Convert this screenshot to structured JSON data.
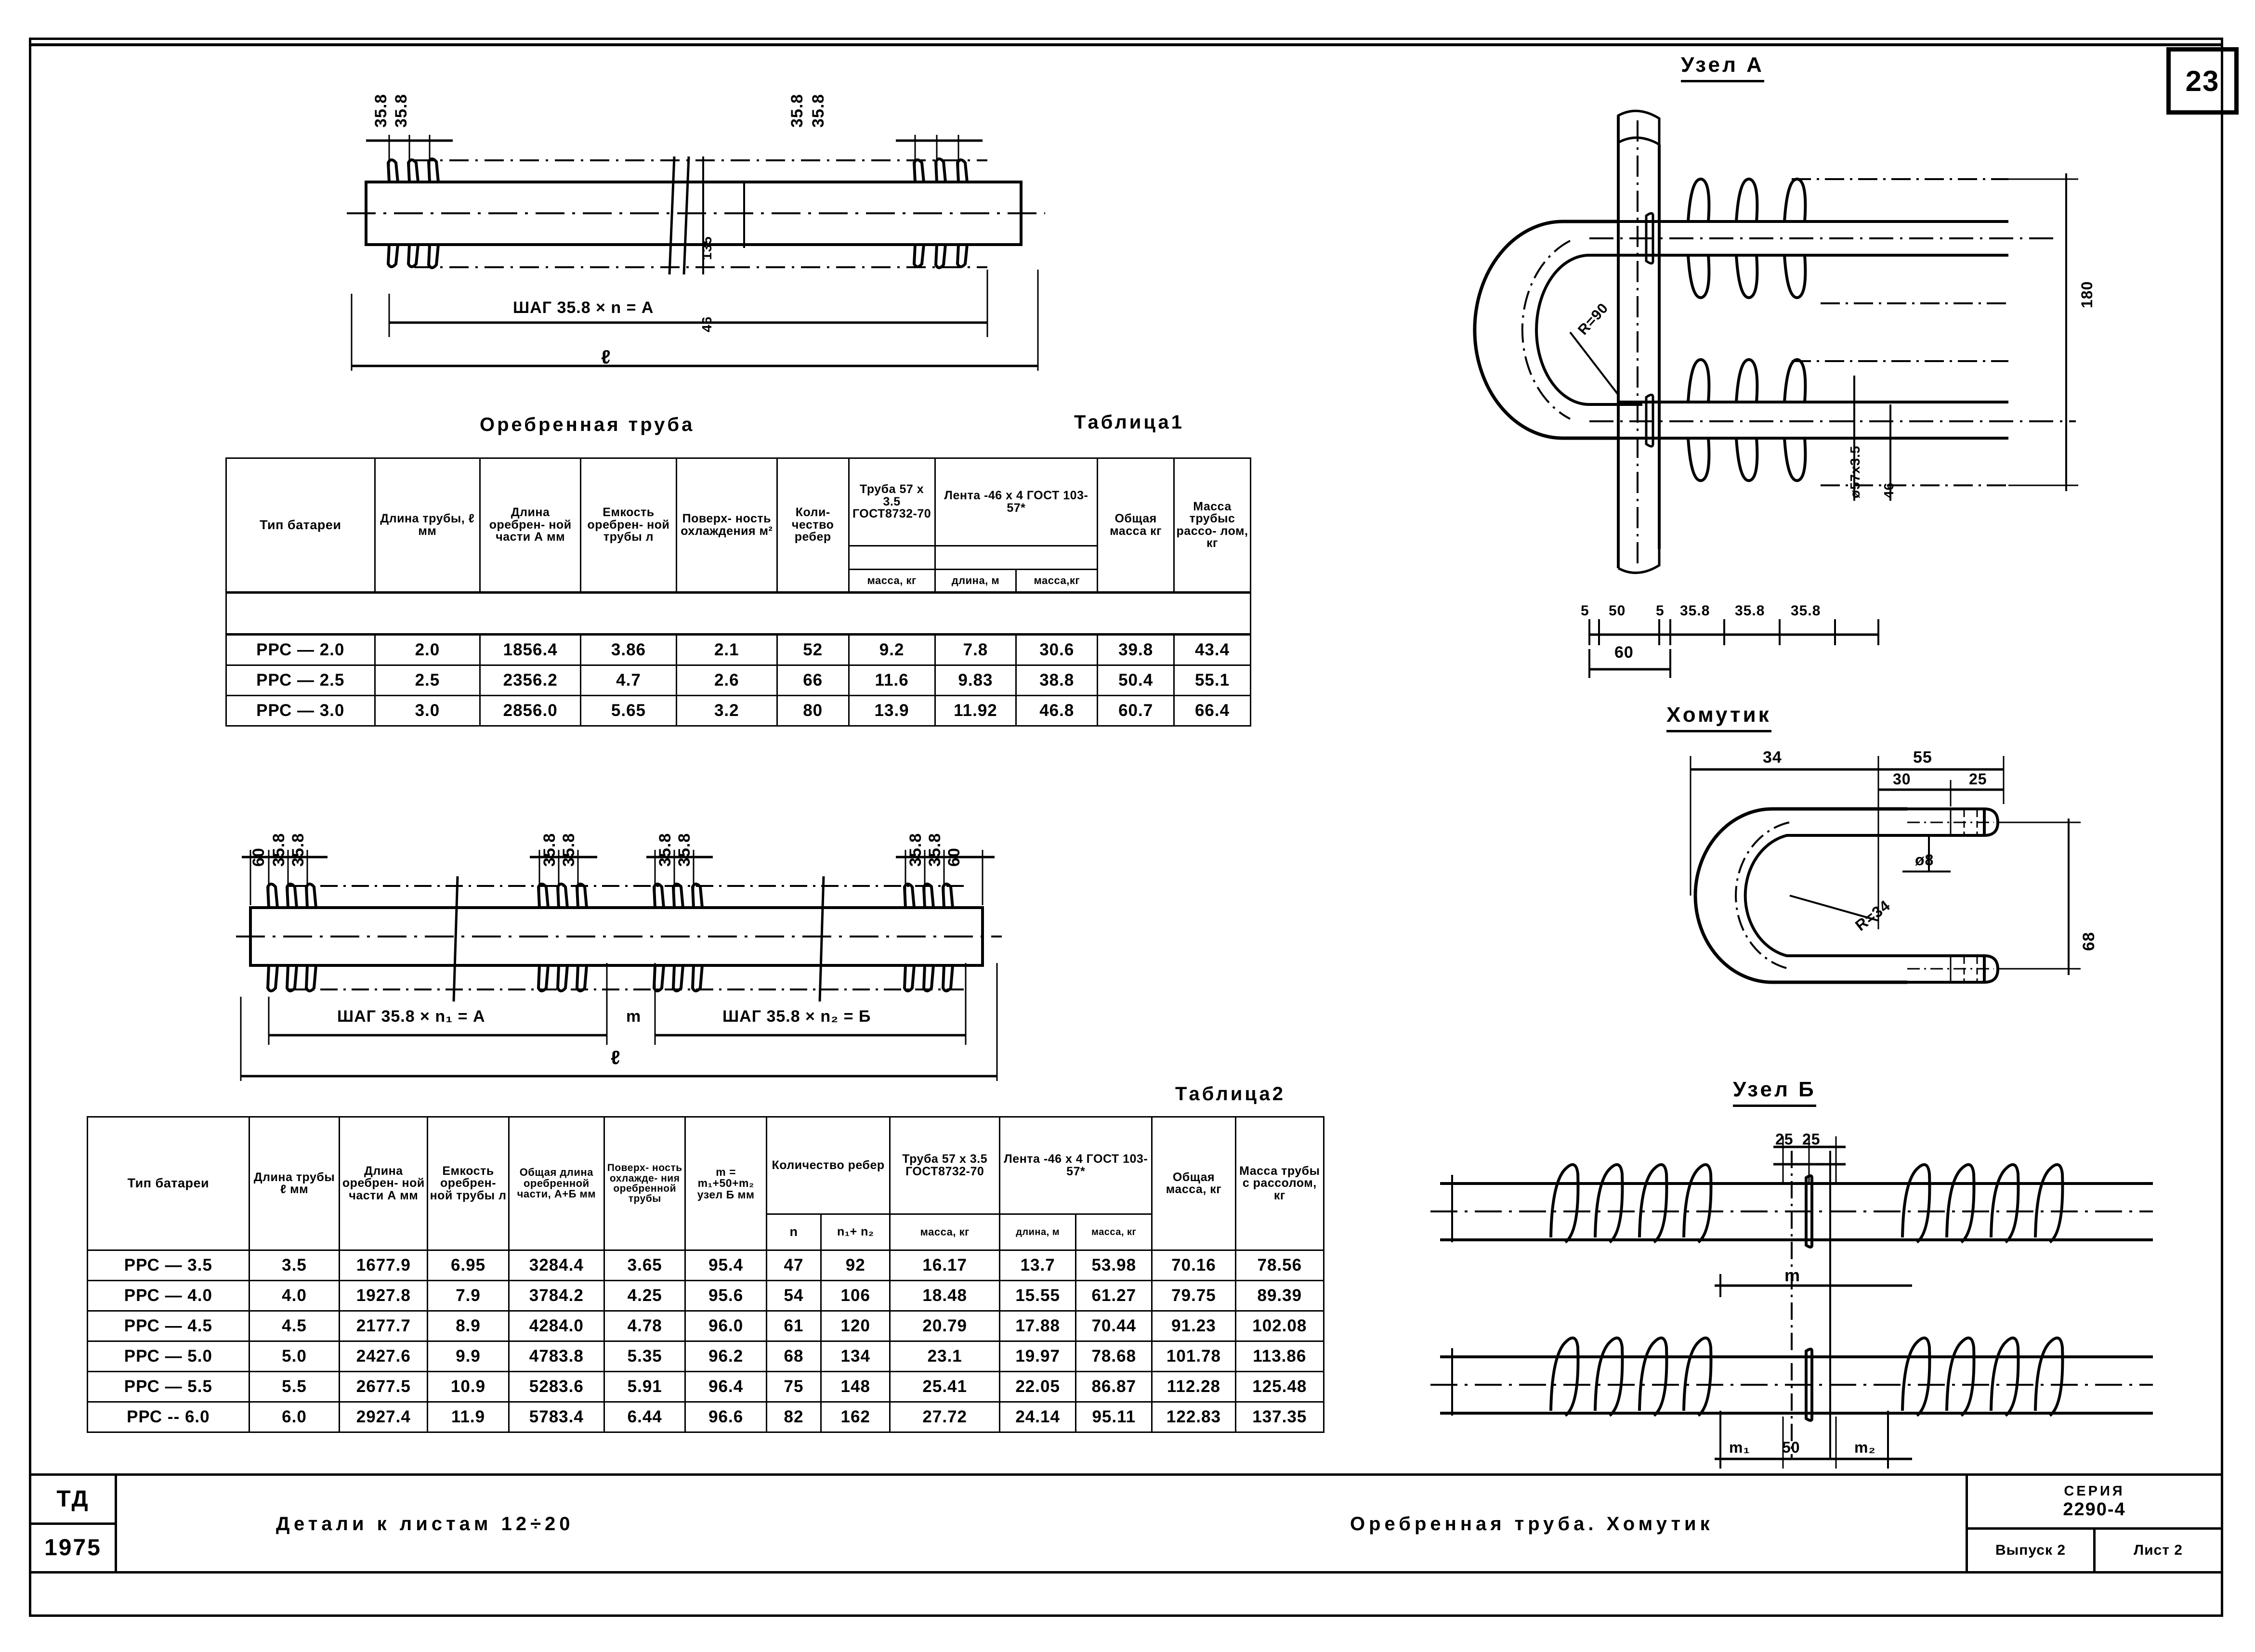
{
  "page": {
    "number": "23"
  },
  "titles": {
    "table1_caption": "Оребренная труба",
    "table1_label": "Таблица1",
    "table2_label": "Таблица2",
    "node_a": "Узел А",
    "node_b": "Узел Б",
    "clamp": "Хомутик"
  },
  "drawing_top": {
    "dims_left": [
      "35.8",
      "35.8"
    ],
    "dims_right": [
      "35.8",
      "35.8"
    ],
    "dim_d_outer": "135",
    "dim_d_inner": "46",
    "step_label": "ШАГ 35.8 × n = А",
    "overall": "ℓ"
  },
  "drawing_bottom": {
    "dims_g1": [
      "60",
      "35.8",
      "35.8"
    ],
    "dims_g2": [
      "35.8",
      "35.8"
    ],
    "dims_g3": [
      "35.8",
      "35.8"
    ],
    "dims_g4": [
      "35.8",
      "35.8",
      "60"
    ],
    "step_a": "ШАГ 35.8 × n₁ = А",
    "mid": "m",
    "step_b": "ШАГ 35.8 × n₂ = Б",
    "overall": "ℓ"
  },
  "node_a_detail": {
    "radius": "R=90",
    "height": "180",
    "tube": "ø57х3.5",
    "fin": "46",
    "chain": [
      "5",
      "50",
      "5",
      "35.8",
      "35.8",
      "35.8"
    ],
    "sub": "60"
  },
  "clamp_detail": {
    "w_left": "34",
    "w_right": "55",
    "w_30": "30",
    "w_25": "25",
    "bolt": "ø8",
    "radius": "R=34",
    "height": "68"
  },
  "node_b_detail": {
    "top_dims": [
      "25",
      "25"
    ],
    "m": "m",
    "bottom_dims": [
      "m₁",
      "50",
      "m₂"
    ]
  },
  "table1": {
    "caption": "Оребренная труба",
    "label": "Таблица1",
    "headers": {
      "type": "Тип батареи",
      "len_tube": "Длина трубы, ℓ мм",
      "len_finned": "Длина оребрен- ной части А мм",
      "capacity": "Емкость оребрен- ной трубы л",
      "surface": "Поверх- ность охлаждения м²",
      "fin_count": "Коли- чество ребер",
      "tube_group": "Труба 57 х 3.5 ГОСТ8732-70",
      "tube_mass": "масса, кг",
      "tape_group": "Лента -46 х 4 ГОСТ 103-57*",
      "tape_len": "длина, м",
      "tape_mass": "масса,кг",
      "total_mass": "Общая масса кг",
      "mass_brine": "Масса трубыс рассо- лом, кг"
    },
    "rows": [
      {
        "type": "РРС — 2.0",
        "len_tube": "2.0",
        "len_finned": "1856.4",
        "capacity": "3.86",
        "surface": "2.1",
        "fin_count": "52",
        "tube_mass": "9.2",
        "tape_len": "7.8",
        "tape_mass": "30.6",
        "total_mass": "39.8",
        "mass_brine": "43.4"
      },
      {
        "type": "РРС — 2.5",
        "len_tube": "2.5",
        "len_finned": "2356.2",
        "capacity": "4.7",
        "surface": "2.6",
        "fin_count": "66",
        "tube_mass": "11.6",
        "tape_len": "9.83",
        "tape_mass": "38.8",
        "total_mass": "50.4",
        "mass_brine": "55.1"
      },
      {
        "type": "РРС — 3.0",
        "len_tube": "3.0",
        "len_finned": "2856.0",
        "capacity": "5.65",
        "surface": "3.2",
        "fin_count": "80",
        "tube_mass": "13.9",
        "tape_len": "11.92",
        "tape_mass": "46.8",
        "total_mass": "60.7",
        "mass_brine": "66.4"
      }
    ]
  },
  "table2": {
    "label": "Таблица2",
    "headers": {
      "type": "Тип батареи",
      "len_tube": "Длина трубы ℓ мм",
      "len_finned": "Длина оребрен- ной части А мм",
      "capacity": "Емкость оребрен- ной трубы л",
      "total_len": "Общая длина оребренной части, А+Б мм",
      "surface": "Поверх- ность охлажде- ния оребренной трубы",
      "m_calc": "m = m₁+50+m₂ узел Б мм",
      "fin_group": "Количество ребер",
      "fin_n": "n",
      "fin_n12": "n₁+ n₂",
      "tube_group": "Труба 57 х 3.5 ГОСТ8732-70",
      "tube_mass": "масса, кг",
      "tape_group": "Лента -46 х 4 ГОСТ 103-57*",
      "tape_len": "длина, м",
      "tape_mass": "масса, кг",
      "total_mass": "Общая масса, кг",
      "mass_brine": "Масса трубы с рассолом, кг"
    },
    "rows": [
      {
        "type": "РРС — 3.5",
        "len_tube": "3.5",
        "len_finned": "1677.9",
        "capacity": "6.95",
        "total_len": "3284.4",
        "surface": "3.65",
        "m_calc": "95.4",
        "fin_n": "47",
        "fin_n12": "92",
        "tube_mass": "16.17",
        "tape_len": "13.7",
        "tape_mass": "53.98",
        "total_mass": "70.16",
        "mass_brine": "78.56"
      },
      {
        "type": "РРС — 4.0",
        "len_tube": "4.0",
        "len_finned": "1927.8",
        "capacity": "7.9",
        "total_len": "3784.2",
        "surface": "4.25",
        "m_calc": "95.6",
        "fin_n": "54",
        "fin_n12": "106",
        "tube_mass": "18.48",
        "tape_len": "15.55",
        "tape_mass": "61.27",
        "total_mass": "79.75",
        "mass_brine": "89.39"
      },
      {
        "type": "РРС — 4.5",
        "len_tube": "4.5",
        "len_finned": "2177.7",
        "capacity": "8.9",
        "total_len": "4284.0",
        "surface": "4.78",
        "m_calc": "96.0",
        "fin_n": "61",
        "fin_n12": "120",
        "tube_mass": "20.79",
        "tape_len": "17.88",
        "tape_mass": "70.44",
        "total_mass": "91.23",
        "mass_brine": "102.08"
      },
      {
        "type": "РРС — 5.0",
        "len_tube": "5.0",
        "len_finned": "2427.6",
        "capacity": "9.9",
        "total_len": "4783.8",
        "surface": "5.35",
        "m_calc": "96.2",
        "fin_n": "68",
        "fin_n12": "134",
        "tube_mass": "23.1",
        "tape_len": "19.97",
        "tape_mass": "78.68",
        "total_mass": "101.78",
        "mass_brine": "113.86"
      },
      {
        "type": "РРС — 5.5",
        "len_tube": "5.5",
        "len_finned": "2677.5",
        "capacity": "10.9",
        "total_len": "5283.6",
        "surface": "5.91",
        "m_calc": "96.4",
        "fin_n": "75",
        "fin_n12": "148",
        "tube_mass": "25.41",
        "tape_len": "22.05",
        "tape_mass": "86.87",
        "total_mass": "112.28",
        "mass_brine": "125.48"
      },
      {
        "type": "РРС -- 6.0",
        "len_tube": "6.0",
        "len_finned": "2927.4",
        "capacity": "11.9",
        "total_len": "5783.4",
        "surface": "6.44",
        "m_calc": "96.6",
        "fin_n": "82",
        "fin_n12": "162",
        "tube_mass": "27.72",
        "tape_len": "24.14",
        "tape_mass": "95.11",
        "total_mass": "122.83",
        "mass_brine": "137.35"
      }
    ]
  },
  "title_block": {
    "org": "ТД",
    "year": "1975",
    "details": "Детали  к  листам  12÷20",
    "name": "Оребренная   труба.   Хомутик",
    "series_label": "СЕРИЯ",
    "series_value": "2290-4",
    "issue": "Выпуск 2",
    "sheet": "Лист 2"
  }
}
